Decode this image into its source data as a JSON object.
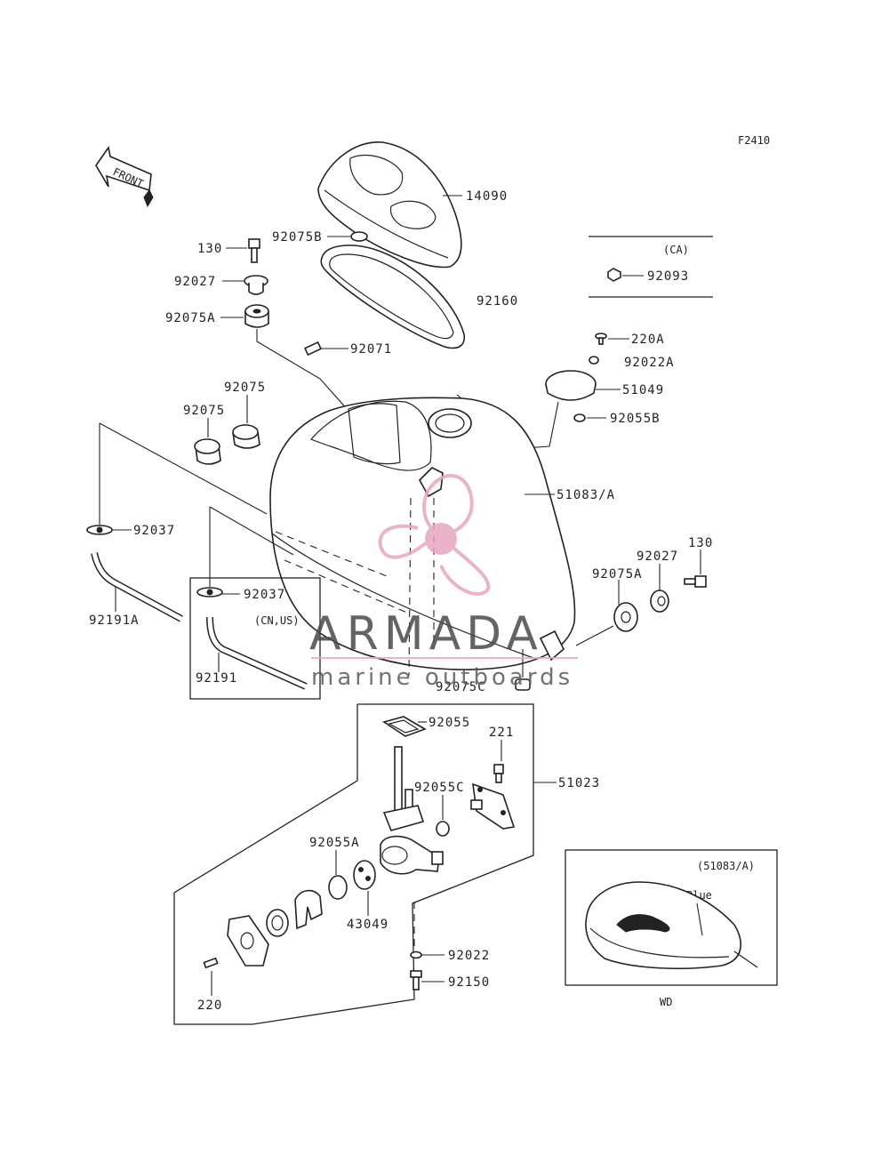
{
  "figure_code": "F2410",
  "front_label": "FRONT",
  "parts": {
    "p14090": "14090",
    "p92075B": "92075B",
    "p130_top": "130",
    "p92027_top": "92027",
    "p92075A_top": "92075A",
    "p92160": "92160",
    "p92071": "92071",
    "p92075_1": "92075",
    "p92075_2": "92075",
    "p92037_left": "92037",
    "p92191A": "92191A",
    "p92037_box": "92037",
    "p92191": "92191",
    "p220A": "220A",
    "p92022A": "92022A",
    "p51049": "51049",
    "p92055B": "92055B",
    "p51083A": "51083/A",
    "p92027_right": "92027",
    "p130_right": "130",
    "p92075A_right": "92075A",
    "p92075C": "92075C",
    "p92055": "92055",
    "p221": "221",
    "p51023": "51023",
    "p92055C": "92055C",
    "p92055A": "92055A",
    "p43049": "43049",
    "p92022": "92022",
    "p92150": "92150",
    "p220": "220",
    "p92093": "92093"
  },
  "notes": {
    "ca_label": "(CA)",
    "cn_us_label": "(CN,US)",
    "variant_label": "(51083/A)",
    "color_label": "Blue",
    "wd_label": "WD"
  },
  "watermark": {
    "brand": "ARMADA",
    "tagline": "marine outboards",
    "logo_color": "#e8a6c3"
  }
}
